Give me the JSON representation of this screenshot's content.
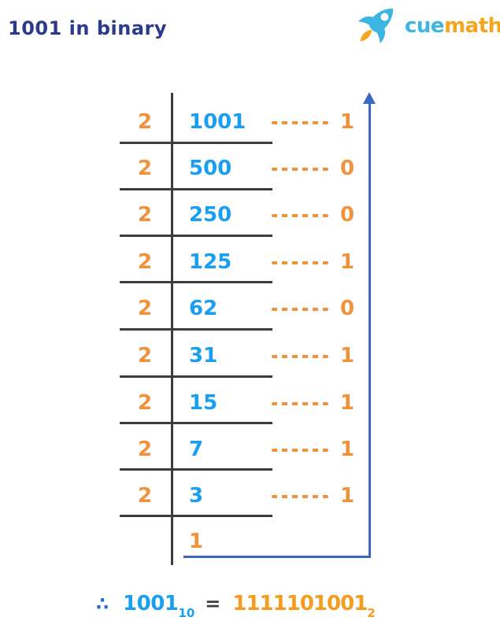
{
  "page": {
    "title": "1001 in binary"
  },
  "logo": {
    "icon": "rocket-icon",
    "brand_cue": "cue",
    "brand_math": "math"
  },
  "ladder": {
    "steps": [
      {
        "divisor": "2",
        "quotient": "1001",
        "remainder": "1"
      },
      {
        "divisor": "2",
        "quotient": "500",
        "remainder": "0"
      },
      {
        "divisor": "2",
        "quotient": "250",
        "remainder": "0"
      },
      {
        "divisor": "2",
        "quotient": "125",
        "remainder": "1"
      },
      {
        "divisor": "2",
        "quotient": "62",
        "remainder": "0"
      },
      {
        "divisor": "2",
        "quotient": "31",
        "remainder": "1"
      },
      {
        "divisor": "2",
        "quotient": "15",
        "remainder": "1"
      },
      {
        "divisor": "2",
        "quotient": "7",
        "remainder": "1"
      },
      {
        "divisor": "2",
        "quotient": "3",
        "remainder": "1"
      }
    ],
    "final_quotient": "1"
  },
  "result": {
    "therefore_symbol": "∴",
    "decimal_value": "1001",
    "decimal_base": "10",
    "equals": "=",
    "binary_value": "1111101001",
    "binary_base": "2"
  },
  "colors": {
    "title-navy": "#2b3a8c",
    "logo-cyan": "#3cb5e2",
    "logo-orange": "#f7a41d",
    "ladder-orange": "#f0923c",
    "quotient-blue": "#1a9ff0",
    "line-gray": "#3d3d3d",
    "arrow-blue": "#3a67c2",
    "therefore-blue": "#2b63d9",
    "result-orange": "#f39c1f"
  }
}
